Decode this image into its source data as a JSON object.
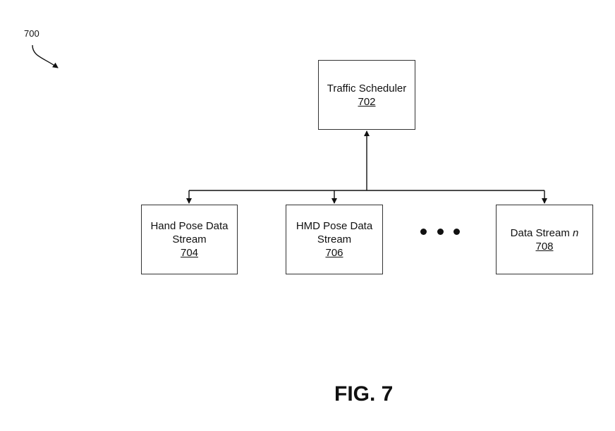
{
  "figure": {
    "reference": "700",
    "caption": "FIG. 7"
  },
  "nodes": {
    "scheduler": {
      "label": "Traffic Scheduler",
      "number": "702"
    },
    "hand_pose": {
      "label_line1": "Hand Pose Data",
      "label_line2": "Stream",
      "number": "704"
    },
    "hmd_pose": {
      "label_line1": "HMD Pose Data",
      "label_line2": "Stream",
      "number": "706"
    },
    "data_stream_n": {
      "label": "Data Stream ",
      "label_italic": "n",
      "number": "708"
    }
  },
  "edges": [
    {
      "from": "hand_pose",
      "to": "scheduler"
    },
    {
      "from": "hmd_pose",
      "to": "scheduler"
    },
    {
      "from": "data_stream_n",
      "to": "scheduler"
    }
  ]
}
